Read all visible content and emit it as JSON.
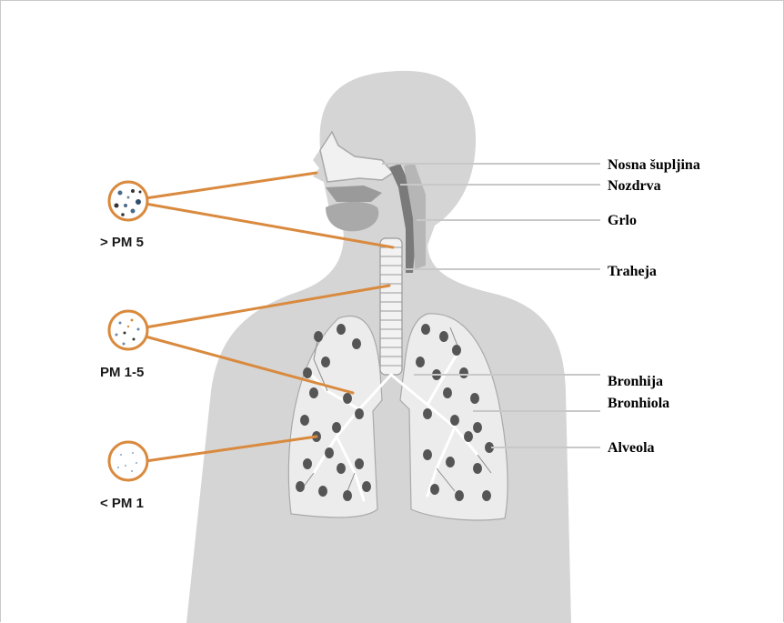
{
  "colors": {
    "body_fill": "#d5d5d5",
    "lung_fill": "#ececec",
    "pointer_line": "#d98a3e",
    "particle_ring": "#d98a3e",
    "label_leader": "#c8c8c8",
    "alveoli": "#555555"
  },
  "organ_labels": {
    "nasal_cavity": "Nosna šupljina",
    "nostril": "Nozdrva",
    "throat": "Grlo",
    "trachea": "Traheja",
    "bronchus": "Bronhija",
    "bronchiole": "Bronhiola",
    "alveolus": "Alveola"
  },
  "particle_groups": {
    "large": "> PM 5",
    "medium": "PM 1-5",
    "small": "< PM 1"
  }
}
